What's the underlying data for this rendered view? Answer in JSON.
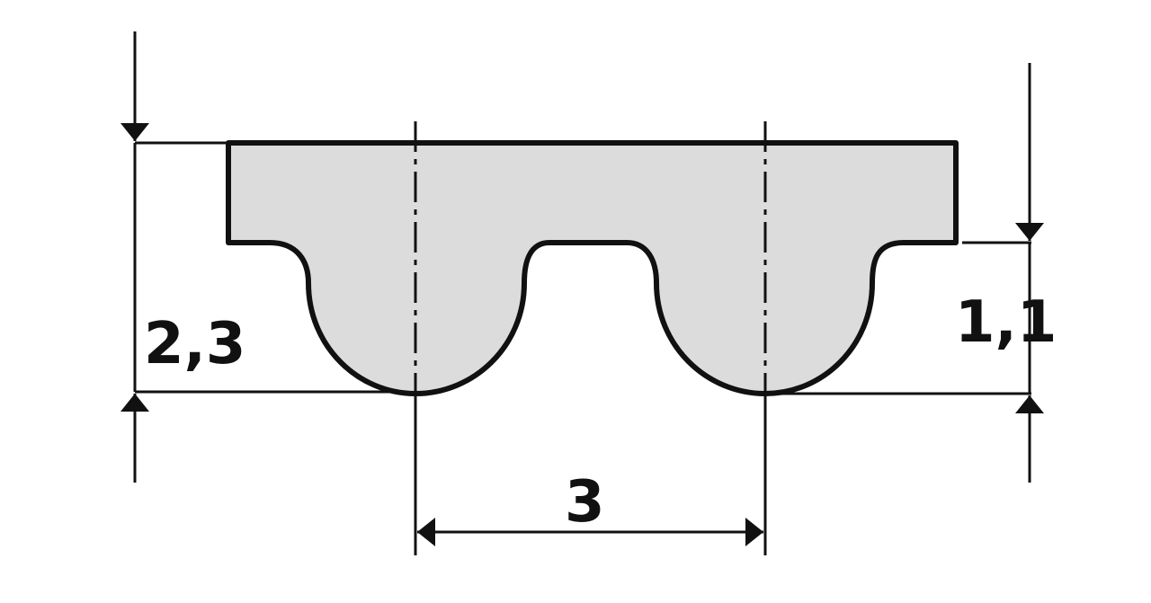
{
  "dimensions": {
    "total_height": "2,3",
    "tooth_height": "1,1",
    "pitch": "3"
  },
  "colors": {
    "profile_fill": "#dcdcdc",
    "line": "#111111",
    "background": "#ffffff"
  }
}
